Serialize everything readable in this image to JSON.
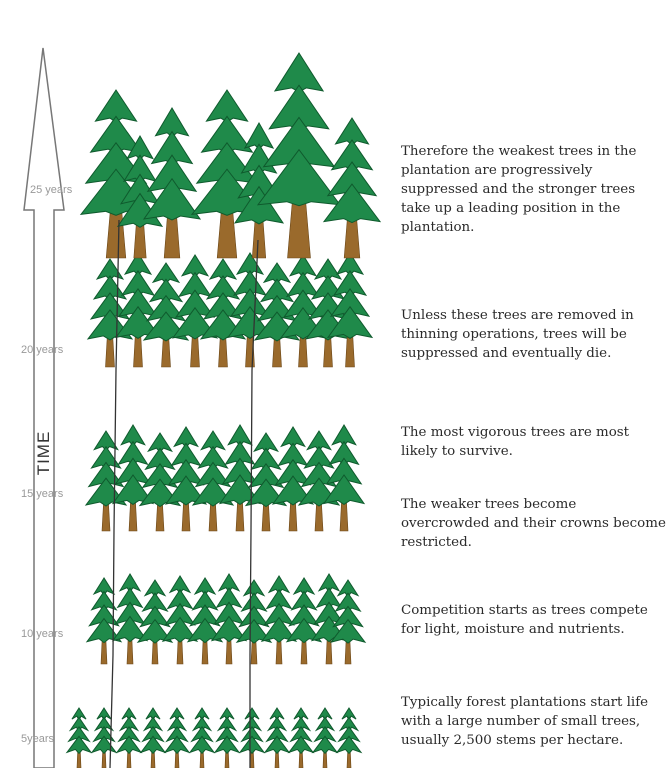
{
  "time_axis_label": "TIME",
  "stages": [
    {
      "age_label": "25 years",
      "description": "Therefore the weakest trees in the plantation are progressively suppressed and the stronger trees take up a leading position in the plantation."
    },
    {
      "age_label": "20 years",
      "description": "Unless these trees are removed in thinning operations, trees will be suppressed and eventually die."
    },
    {
      "age_label": "15 years",
      "description": "The most vigorous trees are most likely to survive.",
      "description_2": "The weaker trees become overcrowded and their crowns become restricted."
    },
    {
      "age_label": "10 years",
      "description": "Competition starts as trees compete for light, moisture and nutrients."
    },
    {
      "age_label": "5years",
      "description": "Typically forest plantations start life with a large number of small trees, usually 2,500 stems per hectare."
    }
  ],
  "colors": {
    "foliage": "#1f8a4a",
    "foliage_dark": "#0f5a2d",
    "trunk": "#9a6a2c",
    "trunk_dark": "#6b4718",
    "arrow_outline": "#777777",
    "tracking_line": "#333333"
  }
}
